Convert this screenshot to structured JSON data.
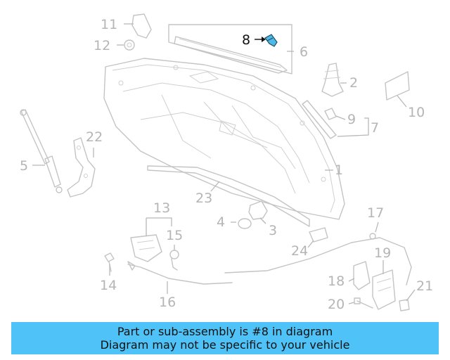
{
  "diagram": {
    "highlighted_part": "8",
    "callouts": [
      "1",
      "2",
      "3",
      "4",
      "5",
      "6",
      "7",
      "8",
      "9",
      "10",
      "11",
      "12",
      "13",
      "14",
      "15",
      "16",
      "17",
      "18",
      "19",
      "20",
      "21",
      "22",
      "23",
      "24"
    ]
  },
  "banner": {
    "line1": "Part or sub-assembly is #8 in diagram",
    "line2": "Diagram may not be specific to your vehicle",
    "color": "#4fc3f7"
  },
  "colors": {
    "highlight_part": "#4fb8e6",
    "line_art": "#c4c4c4"
  }
}
